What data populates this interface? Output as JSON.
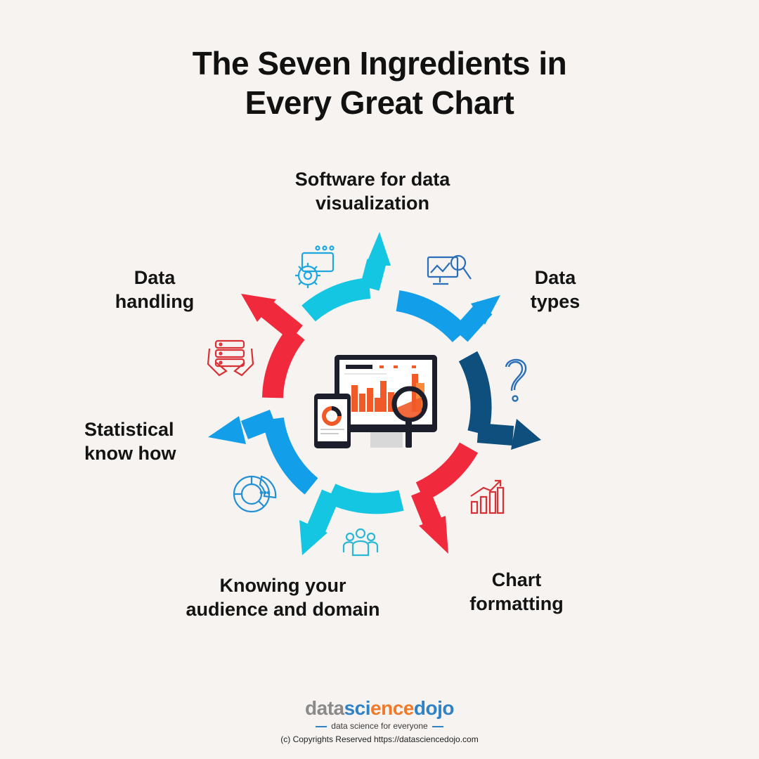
{
  "title": {
    "line1": "The Seven Ingredients in",
    "line2": "Every Great Chart"
  },
  "ingredients": [
    {
      "line1": "Software for data",
      "line2": "visualization",
      "color": "#14c6e2",
      "icon": "gear-dashboard-icon"
    },
    {
      "line1": "Data",
      "line2": "types",
      "color": "#139ee9",
      "icon": "monitor-magnifier-icon"
    },
    {
      "line1": "?",
      "line2": "",
      "color": "#0e4f7e",
      "icon": "question-mark-icon"
    },
    {
      "line1": "Chart",
      "line2": "formatting",
      "color": "#f02a3c",
      "icon": "growth-bar-chart-icon"
    },
    {
      "line1": "Knowing your",
      "line2": "audience and domain",
      "color": "#14c6e2",
      "icon": "people-group-icon"
    },
    {
      "line1": "Statistical",
      "line2": "know how",
      "color": "#139ee9",
      "icon": "pie-chart-icon"
    },
    {
      "line1": "Data",
      "line2": "handling",
      "color": "#f02a3c",
      "icon": "hands-server-icon"
    }
  ],
  "brand": {
    "part1": "data",
    "part2": "sci",
    "part3": "ence",
    "part4": "dojo",
    "tagline": "data science for everyone"
  },
  "copyright": "(c) Copyrights Reserved  https://datasciencedojo.com"
}
